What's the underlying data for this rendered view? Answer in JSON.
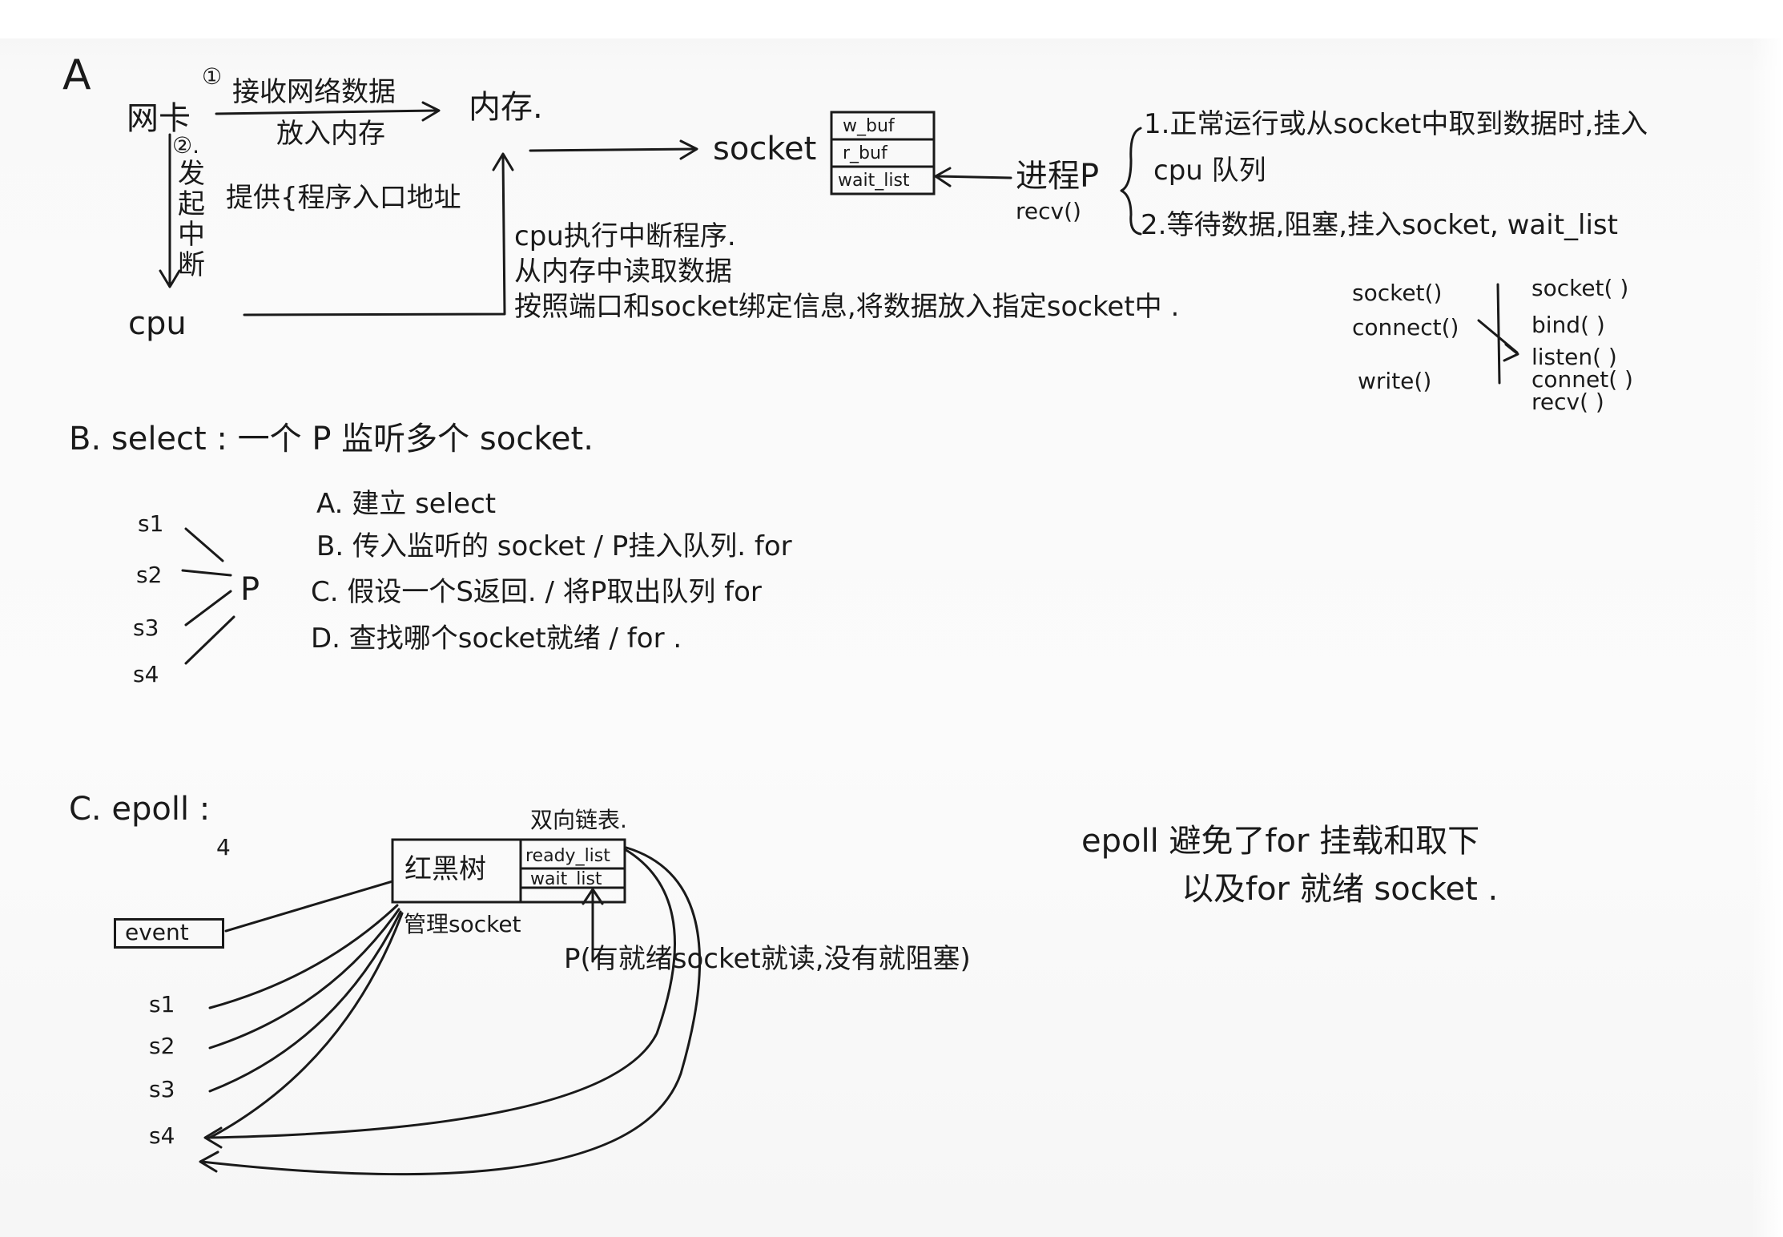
{
  "section_a": {
    "label": "A",
    "nic": "网卡",
    "step1_circle": "①",
    "step1_text": "接收网络数据",
    "step1_sub": "放入内存",
    "memory": "内存.",
    "step2_circle": "②.",
    "step2_vertical": [
      "发",
      "起",
      "中",
      "断"
    ],
    "provide_entry": "提供{程序入口地址",
    "cpu": "cpu",
    "socket": "socket",
    "socket_box": [
      "w_buf",
      "r_buf",
      "wait_list"
    ],
    "process": "进程P",
    "recv": "recv()",
    "cpu_steps": [
      "cpu执行中断程序.",
      "从内存中读取数据",
      "按照端口和socket绑定信息,将数据放入指定socket中 ."
    ],
    "case1_line1": "1.正常运行或从socket中取到数据时,挂入",
    "case1_line2": "cpu 队列",
    "case2": "2.等待数据,阻塞,挂入socket, wait_list",
    "client_calls": [
      "socket()",
      "connect()",
      "write()"
    ],
    "server_calls": [
      "socket(    )",
      "bind(   )",
      "listen(  )",
      "connet(  )",
      "recv(  )"
    ]
  },
  "section_b": {
    "title": "B. select : 一个 P 监听多个 socket.",
    "sockets": [
      "s1",
      "s2",
      "s3",
      "s4"
    ],
    "p_label": "P",
    "steps": [
      "A. 建立 select",
      "B. 传入监听的 socket  /  P挂入队列. for",
      "C. 假设一个S返回.  / 将P取出队列 for",
      "D. 查找哪个socket就绪  /  for ."
    ]
  },
  "section_c": {
    "title": "C. epoll :",
    "small_mark": "4",
    "dll_label": "双向链表.",
    "rb_tree": "红黑树",
    "ready_list": "ready_list",
    "wait_list": "wait_list",
    "manage_socket": "管理socket",
    "event": "event",
    "sockets": [
      "s1",
      "s2",
      "s3",
      "s4"
    ],
    "pc_note": "P(有就绪socket就读,没有就阻塞)",
    "summary_line1": "epoll 避免了for 挂载和取下",
    "summary_line2": "以及for 就绪 socket ."
  }
}
